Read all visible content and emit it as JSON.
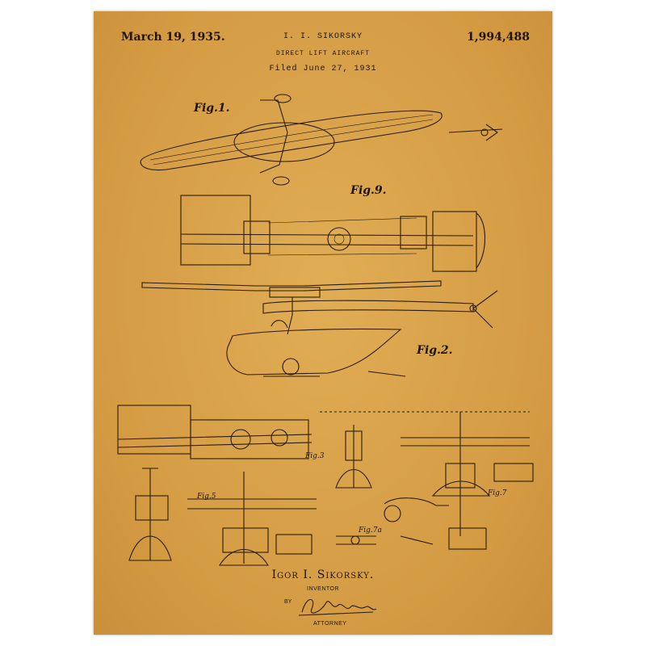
{
  "header": {
    "date": "March 19, 1935.",
    "inventor_header": "I. I. SIKORSKY",
    "patent_number": "1,994,488",
    "title": "DIRECT LIFT AIRCRAFT",
    "filed": "Filed June 27, 1931"
  },
  "figures": {
    "fig1": "Fig.1.",
    "fig9": "Fig.9.",
    "fig2": "Fig.2.",
    "fig3": "Fig.3",
    "fig5": "Fig.5",
    "fig7": "Fig.7",
    "fig7a": "Fig.7a"
  },
  "footer": {
    "inventor_name": "Igor I. Sikorsky.",
    "inventor_role": "INVENTOR",
    "by": "BY",
    "attorney_role": "ATTORNEY"
  },
  "colors": {
    "paper": "#d9a24a",
    "ink": "#2a1c0e"
  }
}
